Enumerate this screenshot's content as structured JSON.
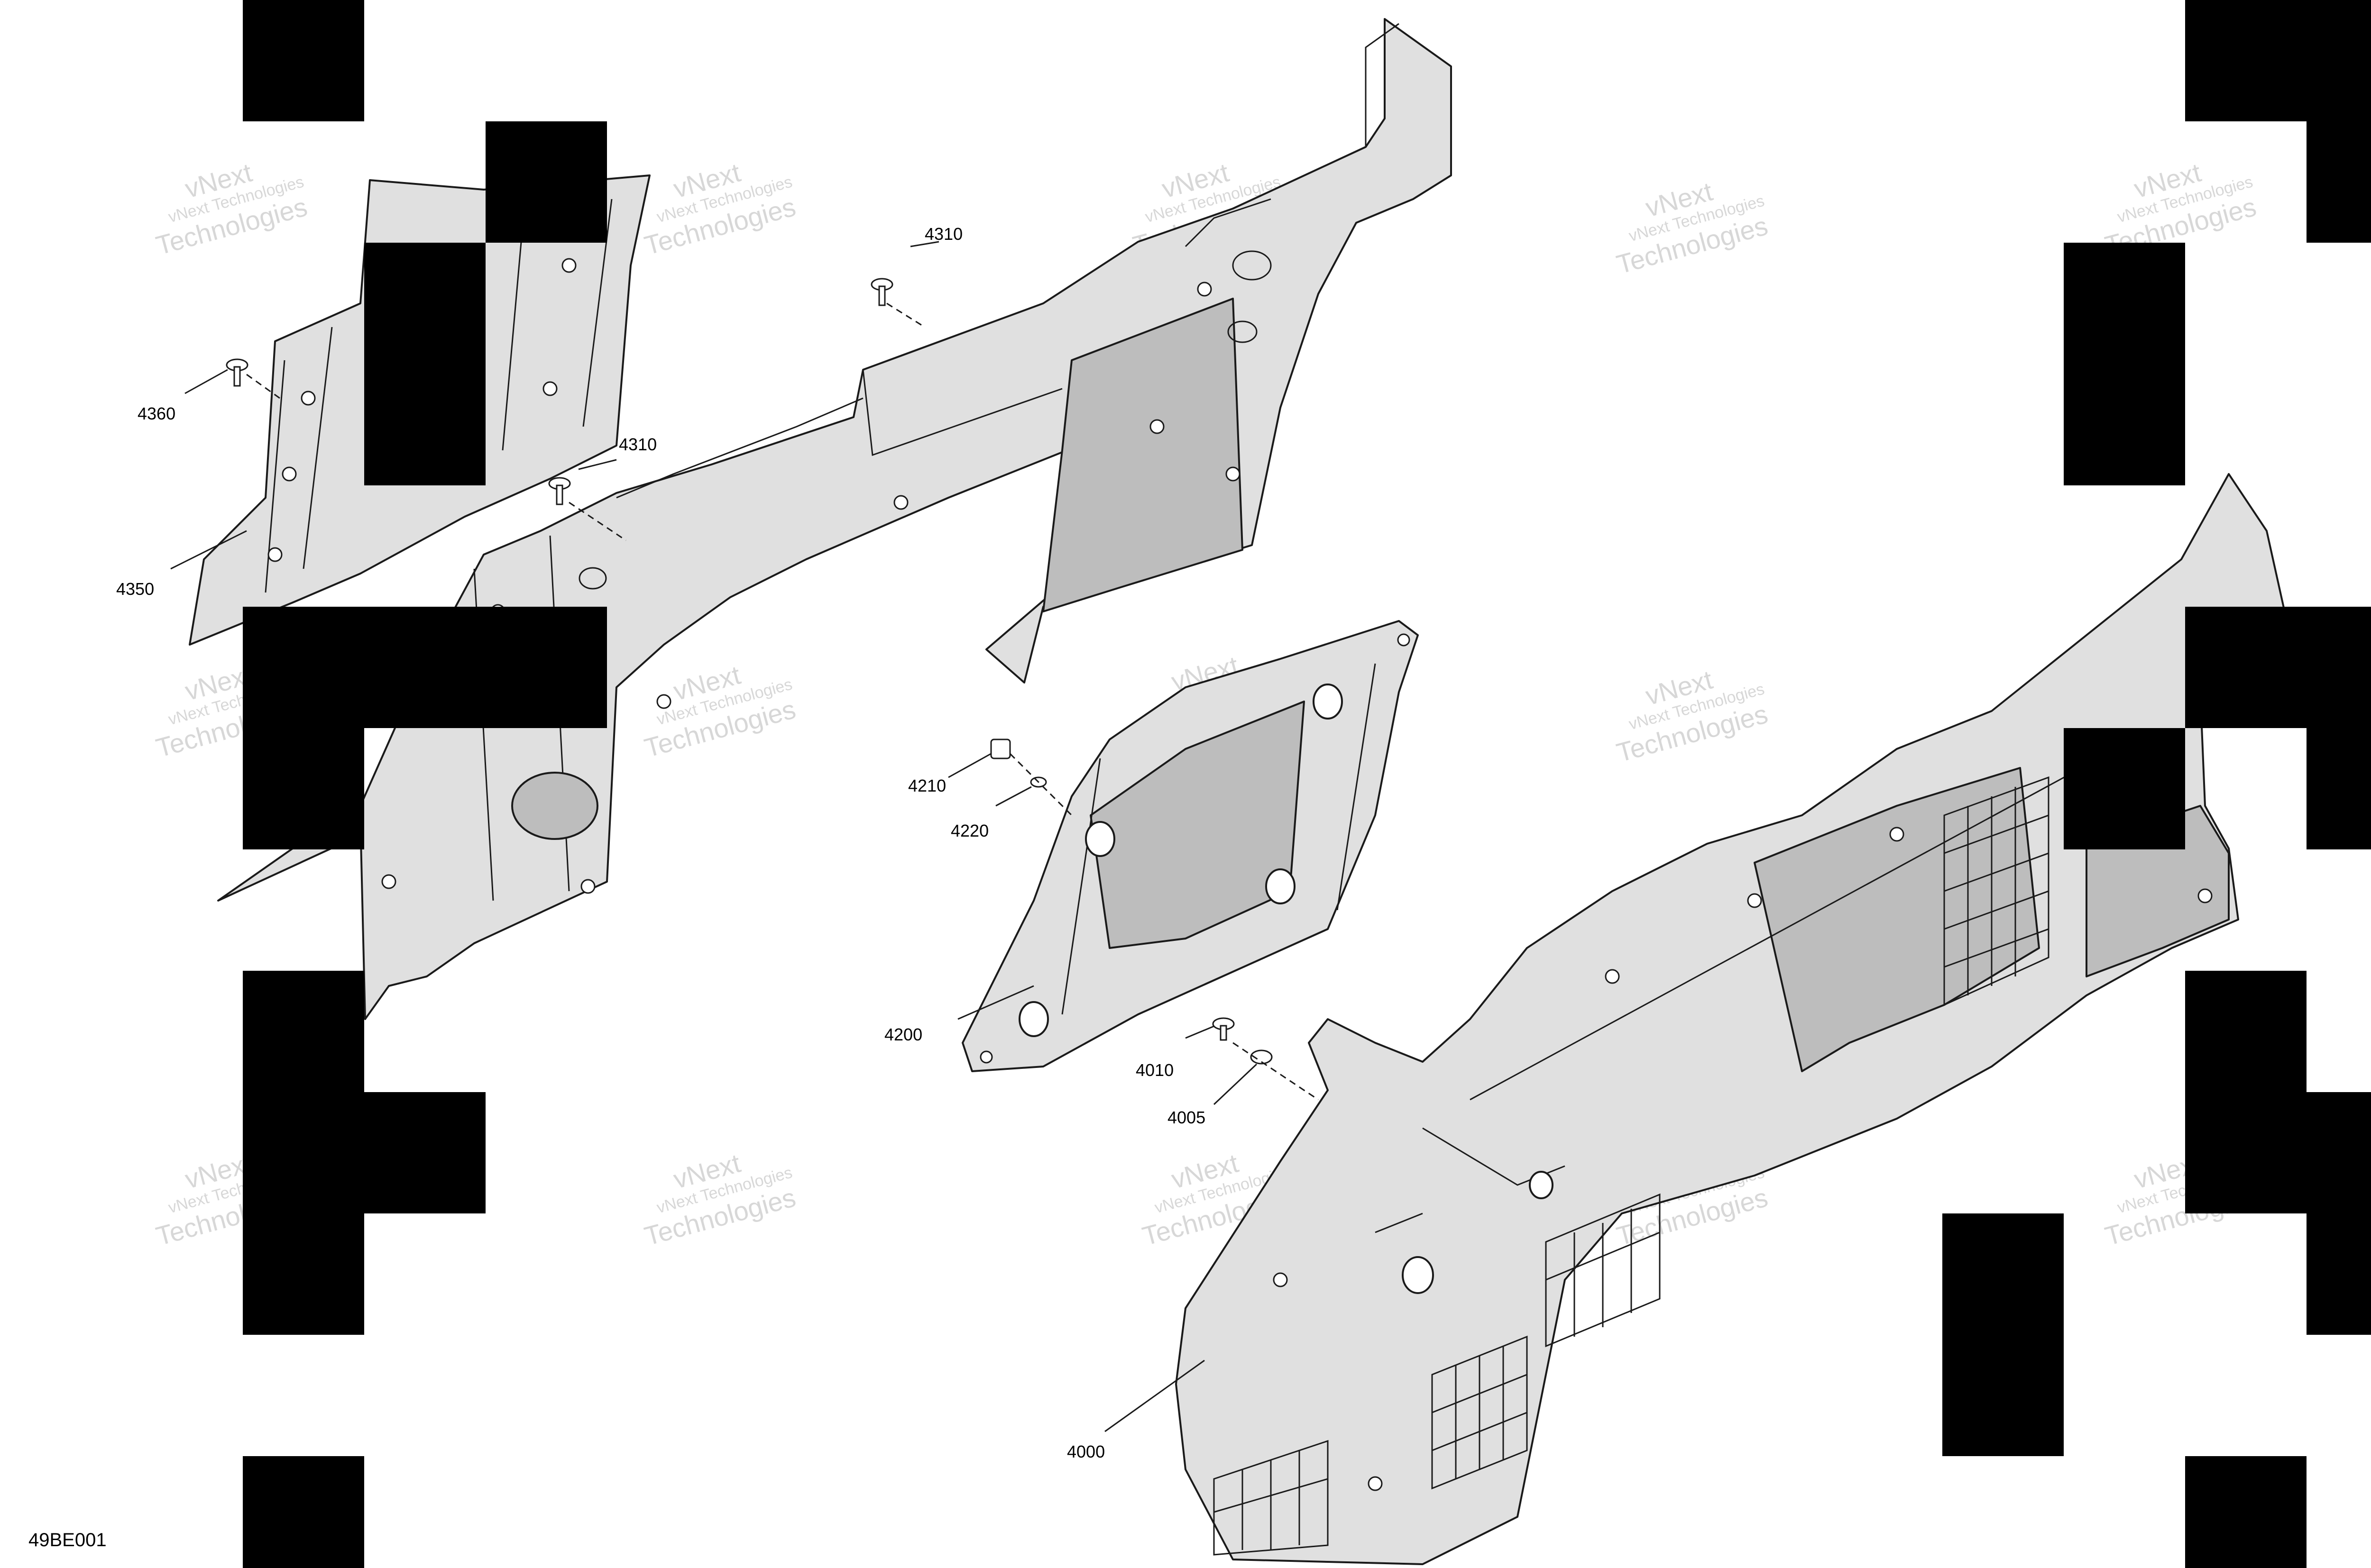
{
  "diagram": {
    "reference_code": "49BE001",
    "watermark": {
      "line_small": "vNext Technologies",
      "line_big_1": "vNext",
      "line_big_2": "Technologies"
    },
    "callouts": [
      {
        "id": "4310-a",
        "label": "4310"
      },
      {
        "id": "4310-b",
        "label": "4310"
      },
      {
        "id": "4360",
        "label": "4360"
      },
      {
        "id": "4350",
        "label": "4350"
      },
      {
        "id": "4210",
        "label": "4210"
      },
      {
        "id": "4220",
        "label": "4220"
      },
      {
        "id": "4200",
        "label": "4200"
      },
      {
        "id": "4010",
        "label": "4010"
      },
      {
        "id": "4005",
        "label": "4005"
      },
      {
        "id": "4000",
        "label": "4000"
      }
    ]
  }
}
